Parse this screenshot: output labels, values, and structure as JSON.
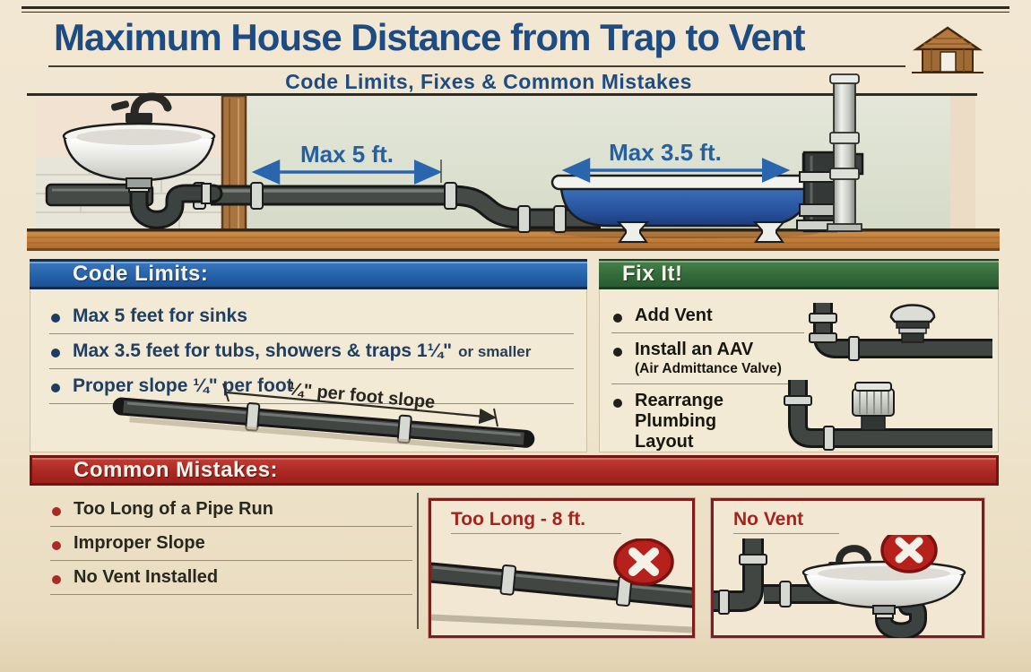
{
  "header": {
    "title": "Maximum House Distance from Trap to Vent",
    "subtitle": "Code Limits, Fixes & Common Mistakes"
  },
  "diagram": {
    "sink_distance_label": "Max 5 ft.",
    "tub_distance_label": "Max 3.5 ft."
  },
  "code_limits": {
    "heading": "Code Limits:",
    "bullets": [
      {
        "text": "Max 5 feet for sinks",
        "suffix": ""
      },
      {
        "text": "Max 3.5 feet for tubs, showers & traps 1¼\"",
        "suffix": "or smaller"
      },
      {
        "text": "Proper slope ¼\" per foot",
        "suffix": ""
      }
    ],
    "slope_label": "¼\" per foot slope"
  },
  "fix_it": {
    "heading": "Fix It!",
    "bullets": [
      {
        "text": "Add Vent",
        "sub": ""
      },
      {
        "text": "Install an AAV",
        "sub": "(Air Admittance Valve)"
      },
      {
        "text": "Rearrange Plumbing Layout",
        "sub": ""
      }
    ]
  },
  "common_mistakes": {
    "heading": "Common Mistakes:",
    "bullets": [
      "Too Long of a Pipe Run",
      "Improper Slope",
      "No Vent Installed"
    ],
    "examples": [
      {
        "title": "Too Long - 8 ft."
      },
      {
        "title": "No Vent"
      }
    ]
  },
  "colors": {
    "page_background": "#efe4cd",
    "title_navy": "#1d4c82",
    "code_limits_blue": "#2563ab",
    "fix_it_green": "#336a3b",
    "mistakes_red": "#ab2823",
    "dimension_arrow_blue": "#2a66ad",
    "error_badge_red": "#b7211c",
    "tub_blue": "#2f62ab"
  }
}
